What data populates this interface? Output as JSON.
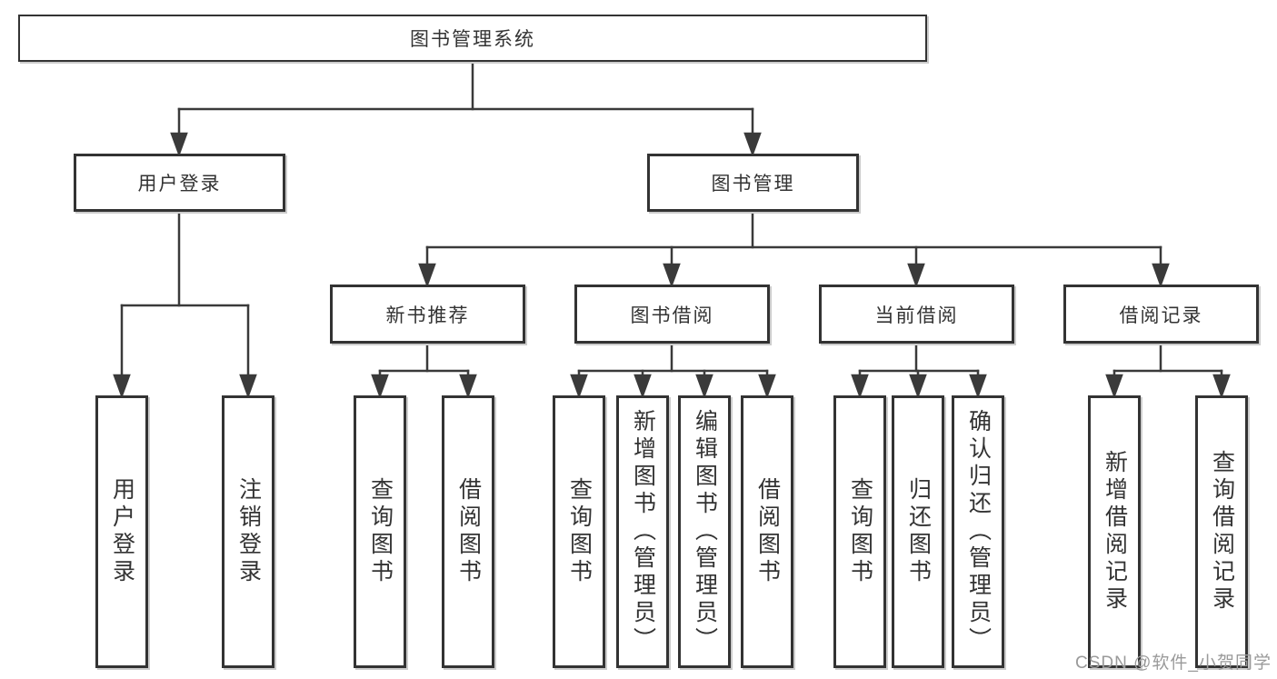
{
  "diagram": {
    "root": {
      "label": "图书管理系统",
      "children": [
        {
          "label": "用户登录",
          "children": [
            {
              "label": "用户登录"
            },
            {
              "label": "注销登录"
            }
          ]
        },
        {
          "label": "图书管理",
          "children": [
            {
              "label": "新书推荐",
              "children": [
                {
                  "label": "查询图书"
                },
                {
                  "label": "借阅图书"
                }
              ]
            },
            {
              "label": "图书借阅",
              "children": [
                {
                  "label": "查询图书"
                },
                {
                  "label": "新增图书（管理员）"
                },
                {
                  "label": "编辑图书（管理员）"
                },
                {
                  "label": "借阅图书"
                }
              ]
            },
            {
              "label": "当前借阅",
              "children": [
                {
                  "label": "查询图书"
                },
                {
                  "label": "归还图书"
                },
                {
                  "label": "确认归还（管理员）"
                }
              ]
            },
            {
              "label": "借阅记录",
              "children": [
                {
                  "label": "新增借阅记录"
                },
                {
                  "label": "查询借阅记录"
                }
              ]
            }
          ]
        }
      ]
    }
  },
  "watermark": {
    "text": "CSDN @软件_小贺同学"
  },
  "colors": {
    "line": "#3a3a3a",
    "box_border": "#333333",
    "text": "#333333",
    "watermark": "#9a9a9a",
    "background": "#ffffff"
  }
}
